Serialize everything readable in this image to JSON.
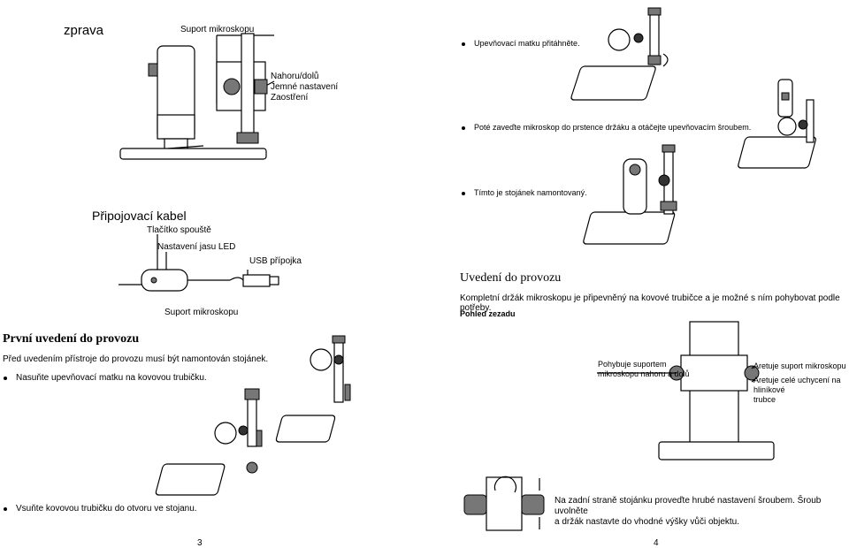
{
  "left_page": {
    "heading_zprava": "zprava",
    "label_suport_top": "Suport mikroskopu",
    "label_adjust": [
      "Nahoru/dolů",
      "Jemné nastavení",
      "Zaostření"
    ],
    "cable_title": "Připojovací kabel",
    "label_trigger": "Tlačítko spouště",
    "label_led": "Nastavení jasu LED",
    "label_usb": "USB přípojka",
    "label_suport_bottom": "Suport mikroskopu",
    "section_title": "První uvedení do provozu",
    "intro_text": "Před uvedením přístroje do provozu musí být namontován stojánek.",
    "bullet_1": "Nasuňte upevňovací matku na kovovou trubičku.",
    "bullet_2": "Vsuňte kovovou trubičku do otvoru ve stojanu.",
    "page_number": "3"
  },
  "right_page": {
    "bullet_1": "Upevňovací matku přitáhněte.",
    "bullet_2": "Poté zaveďte mikroskop do prstence držáku a otáčejte upevňovacím šroubem.",
    "bullet_3": "Tímto je stojánek namontovaný.",
    "section_title": "Uvedení do provozu",
    "body_text": "Kompletní držák mikroskopu je připevněný na kovové trubičce a je možné s ním pohybovat podle potřeby.",
    "bottom_view_title": "Pohled zezadu",
    "callout_moves": [
      "Pohybuje suportem",
      "mikroskopu nahoru a dolů"
    ],
    "callout_locks_support": "Aretuje suport mikroskopu",
    "callout_locks_holder": [
      "Aretuje celé uchycení na hliníkové",
      "trubce"
    ],
    "final_text": [
      "Na zadní straně stojánku proveďte hrubé nastavení šroubem. Šroub uvolněte",
      "a držák nastavte do vhodné výšky vůči objektu."
    ],
    "page_number": "4"
  }
}
